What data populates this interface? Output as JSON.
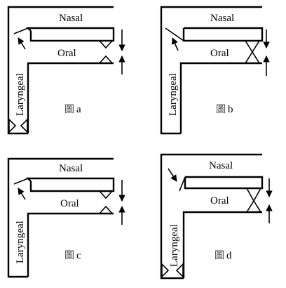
{
  "labels": {
    "nasal": "Nasal",
    "oral": "Oral",
    "laryngeal": "Laryngeal",
    "caption_icon": "圖"
  },
  "panels": [
    {
      "id": "a",
      "caption_letter": "a"
    },
    {
      "id": "b",
      "caption_letter": "b"
    },
    {
      "id": "c",
      "caption_letter": "c"
    },
    {
      "id": "d",
      "caption_letter": "d"
    }
  ]
}
